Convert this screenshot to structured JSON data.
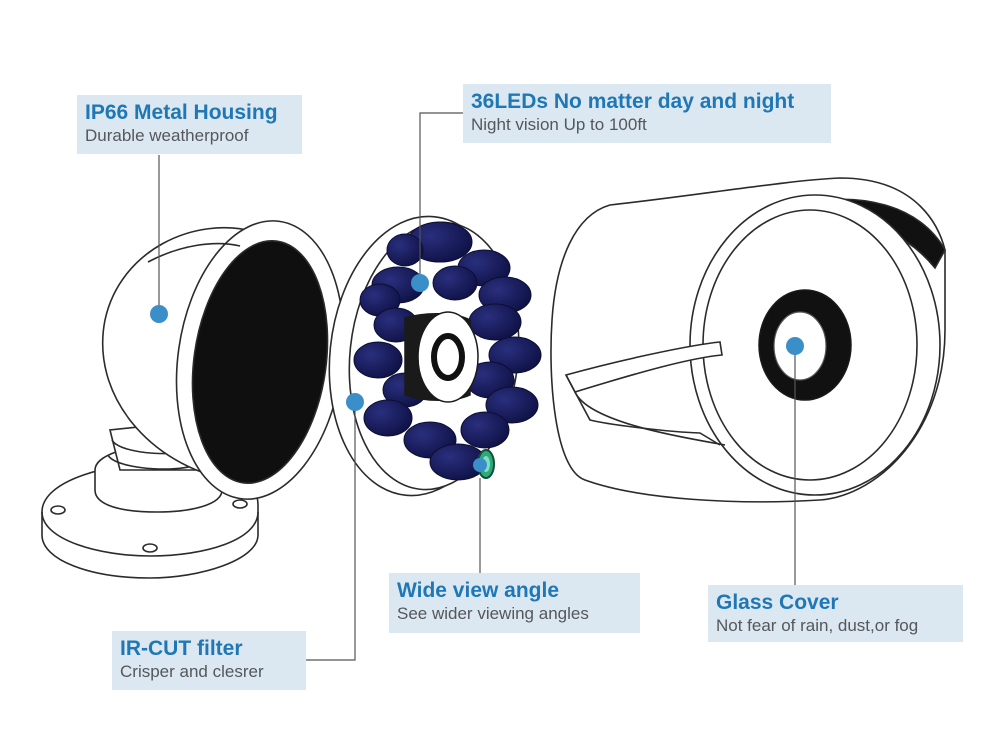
{
  "callouts": {
    "housing": {
      "title": "IP66 Metal Housing",
      "subtitle": "Durable weatherproof"
    },
    "leds": {
      "title": "36LEDs No matter day and night",
      "subtitle": "Night vision Up to 100ft"
    },
    "wide": {
      "title": "Wide view angle",
      "subtitle": "See wider viewing angles"
    },
    "glass": {
      "title": "Glass Cover",
      "subtitle": "Not fear of rain, dust,or fog"
    },
    "ircut": {
      "title": "IR-CUT filter",
      "subtitle": "Crisper and clesrer"
    }
  },
  "colors": {
    "callout_bg": "#dbe8f1",
    "title_text": "#1f78b5",
    "subtitle_text": "#55575a",
    "marker_dot": "#3b8fc9",
    "led_blue": "#161a5e",
    "outline": "#2b2b2b",
    "lens_green": "#2fa87a"
  }
}
